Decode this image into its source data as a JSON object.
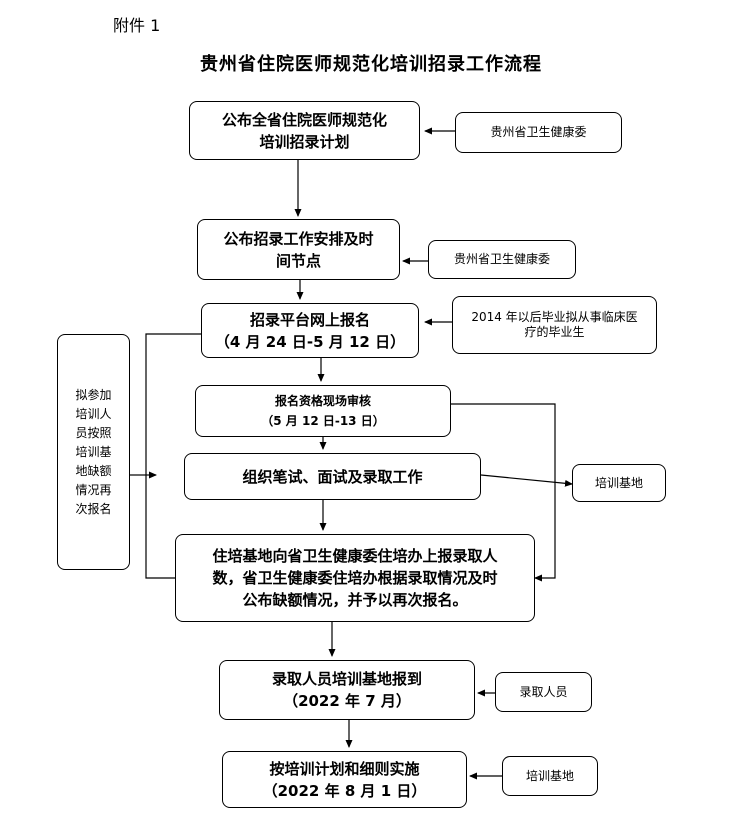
{
  "header": {
    "attachment": "附件 1",
    "title": "贵州省住院医师规范化培训招录工作流程"
  },
  "steps": [
    {
      "id": "announce_plan",
      "text": "公布全省住院医师规范化\n培训招录计划"
    },
    {
      "id": "announce_schedule",
      "text": "公布招录工作安排及时\n间节点"
    },
    {
      "id": "online_registration",
      "text": "招录平台网上报名\n（4 月 24 日-5 月 12 日）"
    },
    {
      "id": "onsite_review",
      "text": "报名资格现场审核\n（5 月 12 日-13 日）"
    },
    {
      "id": "exams",
      "text": "组织笔试、面试及录取工作"
    },
    {
      "id": "report_vacancies",
      "text": "住培基地向省卫生健康委住培办上报录取人\n数，省卫生健康委住培办根据录取情况及时\n公布缺额情况，并予以再次报名。"
    },
    {
      "id": "report_to_base",
      "text": "录取人员培训基地报到\n（2022 年 7 月）"
    },
    {
      "id": "implement",
      "text": "按培训计划和细则实施\n（2022 年 8 月 1 日）"
    }
  ],
  "side_notes": {
    "plan_owner": "贵州省卫生健康委",
    "schedule_owner": "贵州省卫生健康委",
    "eligible": "2014 年以后毕业拟从事临床医\n疗的毕业生",
    "exam_owner": "培训基地",
    "admitted": "录取人员",
    "implement_owner": "培训基地",
    "reapply": "拟参加\n培训人\n员按照\n培训基\n地缺额\n情况再\n次报名"
  }
}
